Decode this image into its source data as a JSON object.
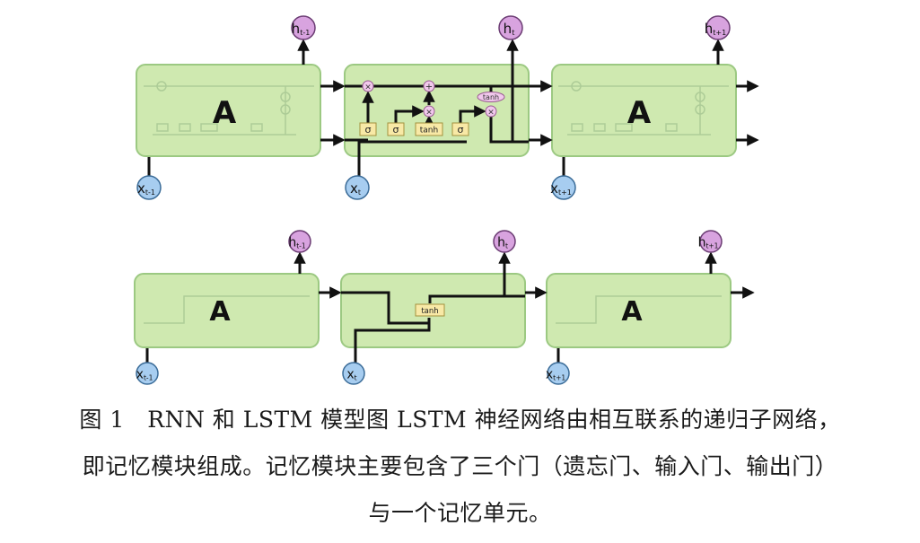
{
  "figure": {
    "top_row": {
      "cells": [
        {
          "label": "A",
          "input_base": "x",
          "input_sub": "t-1",
          "output_base": "h",
          "output_sub": "t-1"
        },
        {
          "label": "",
          "input_base": "x",
          "input_sub": "t",
          "output_base": "h",
          "output_sub": "t"
        },
        {
          "label": "A",
          "input_base": "x",
          "input_sub": "t+1",
          "output_base": "h",
          "output_sub": "t+1"
        }
      ],
      "gates": [
        "σ",
        "σ",
        "tanh",
        "σ"
      ],
      "ops": {
        "mul1": "×",
        "add": "+",
        "mul2": "×",
        "tanh": "tanh",
        "mul3": "×"
      }
    },
    "bottom_row": {
      "cells": [
        {
          "label": "A",
          "input_base": "x",
          "input_sub": "t-1",
          "output_base": "h",
          "output_sub": "t-1"
        },
        {
          "label": "",
          "input_base": "x",
          "input_sub": "t",
          "output_base": "h",
          "output_sub": "t"
        },
        {
          "label": "A",
          "input_base": "x",
          "input_sub": "t+1",
          "output_base": "h",
          "output_sub": "t+1"
        }
      ],
      "gate": "tanh"
    }
  },
  "caption": {
    "line1": "图 1　RNN 和 LSTM 模型图 LSTM 神经网络由相互联系的递归子网络，",
    "line2": "即记忆模块组成。记忆模块主要包含了三个门（遗忘门、输入门、输出门）",
    "line3": "与一个记忆单元。"
  }
}
